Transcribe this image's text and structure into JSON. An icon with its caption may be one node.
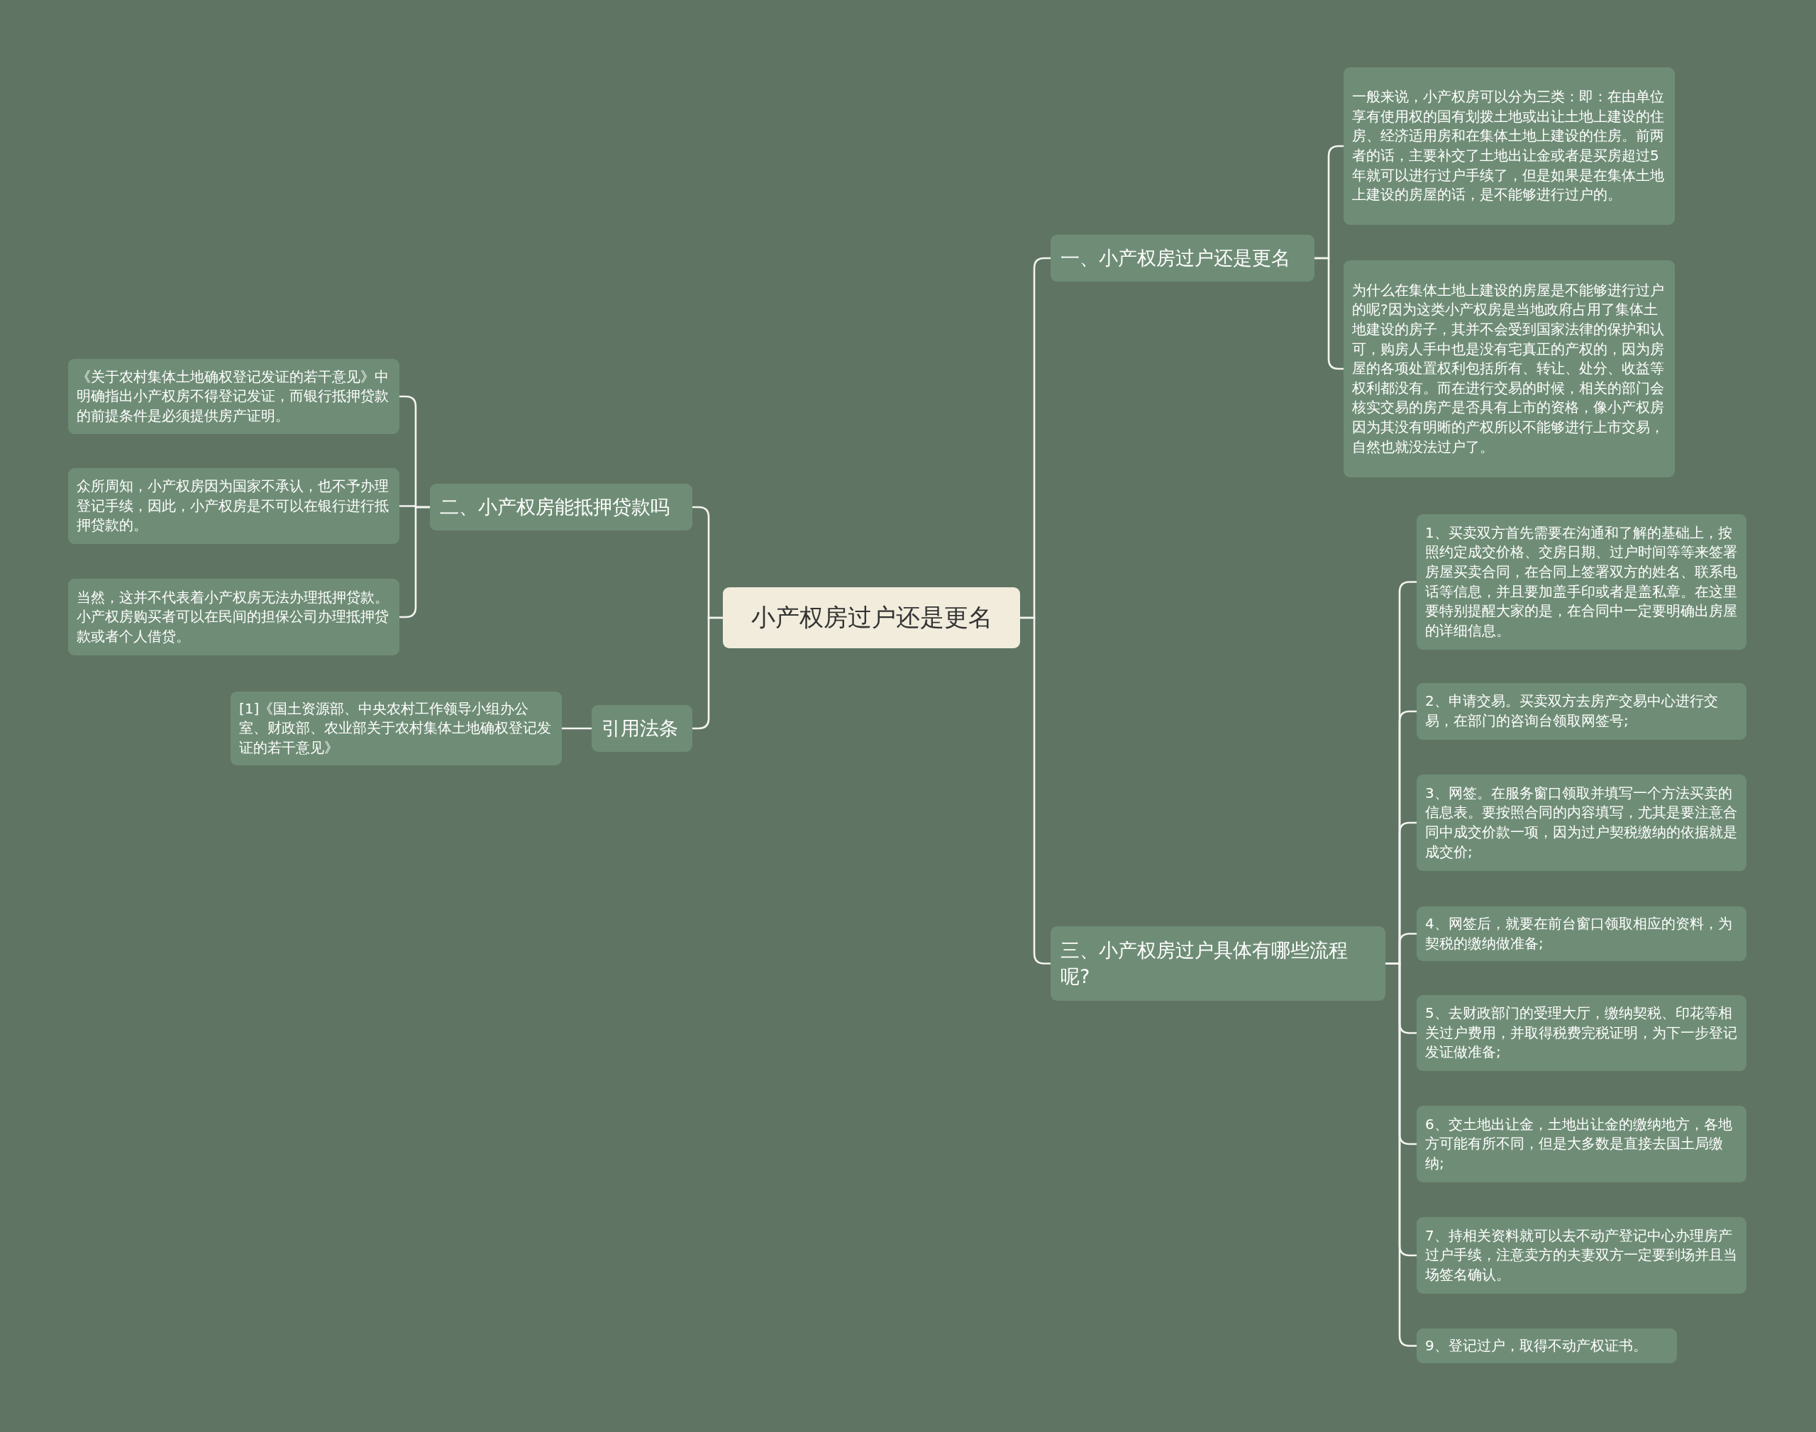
{
  "diagram": {
    "nodes": [
      {
        "text": [
          "小产权房过户还是更名"
        ]
      },
      {
        "text": [
          "一、小产权房过户还是更名"
        ]
      },
      {
        "text": [
          "一般来说，小产权房可以分为三类：即：在由单位享有使用权的国有划拨土地或出让土地上建设的住房、经济适用房和在集体土地上建设的住房。前两者的话，主要补交了土地出让金或者是买房超过5年就可以进行过户手续了，但是如果是在集体土地上建设的房屋的话，是不能够进行过户的。"
        ]
      },
      {
        "text": [
          "为什么在集体土地上建设的房屋是不能够进行过户的呢?因为这类小产权房是当地政府占用了集体土地建设的房子，其并不会受到国家法律的保护和认可，购房人手中也是没有宅真正的产权的，因为房屋的各项处置权利包括所有、转让、处分、收益等权利都没有。而在进行交易的时候，相关的部门会核实交易的房产是否具有上市的资格，像小产权房因为其没有明晰的产权所以不能够进行上市交易，自然也就没法过户了。"
        ]
      },
      {
        "text": [
          "三、小产权房过户具体有哪些流程呢?"
        ]
      },
      {
        "text": [
          "1、买卖双方首先需要在沟通和了解的基础上，按照约定成交价格、交房日期、过户时间等等来签署房屋买卖合同，在合同上签署双方的姓名、联系电话等信息，并且要加盖手印或者是盖私章。在这里要特别提醒大家的是，在合同中一定要明确出房屋的详细信息。"
        ]
      },
      {
        "text": [
          "2、申请交易。买卖双方去房产交易中心进行交易，在部门的咨询台领取网签号;"
        ]
      },
      {
        "text": [
          "3、网签。在服务窗口领取并填写一个方法买卖的信息表。要按照合同的内容填写，尤其是要注意合同中成交价款一项，因为过户契税缴纳的依据就是成交价;"
        ]
      },
      {
        "text": [
          "4、网签后，就要在前台窗口领取相应的资料，为契税的缴纳做准备;"
        ]
      },
      {
        "text": [
          "5、去财政部门的受理大厅，缴纳契税、印花等相关过户费用，并取得税费完税证明，为下一步登记发证做准备;"
        ]
      },
      {
        "text": [
          "6、交土地出让金，土地出让金的缴纳地方，各地方可能有所不同，但是大多数是直接去国土局缴纳;"
        ]
      },
      {
        "text": [
          "7、持相关资料就可以去不动产登记中心办理房产过户手续，注意卖方的夫妻双方一定要到场并且当场签名确认。"
        ]
      },
      {
        "text": [
          "9、登记过户，取得不动产权证书。"
        ]
      },
      {
        "text": [
          "二、小产权房能抵押贷款吗"
        ]
      },
      {
        "text": [
          "《关于农村集体土地确权登记发证的若干意见》中明确指出小产权房不得登记发证，而银行抵押贷款的前提条件是必须提供房产证明。"
        ]
      },
      {
        "text": [
          "众所周知，小产权房因为国家不承认，也不予办理登记手续，因此，小产权房是不可以在银行进行抵押贷款的。"
        ]
      },
      {
        "text": [
          "当然，这并不代表着小产权房无法办理抵押贷款。小产权房购买者可以在民间的担保公司办理抵押贷款或者个人借贷。"
        ]
      },
      {
        "text": [
          "引用法条"
        ]
      },
      {
        "text": [
          "[1]《国土资源部、中央农村工作领导小组办公室、财政部、农业部关于农村集体土地确权登记发证的若干意见》"
        ]
      }
    ],
    "edges": [
      {
        "from": 0,
        "to": 1,
        "arrow": "none"
      },
      {
        "from": 0,
        "to": 4,
        "arrow": "none"
      },
      {
        "from": 0,
        "to": 13,
        "arrow": "none"
      },
      {
        "from": 0,
        "to": 17,
        "arrow": "none"
      },
      {
        "from": 1,
        "to": 2,
        "arrow": "none"
      },
      {
        "from": 1,
        "to": 3,
        "arrow": "none"
      },
      {
        "from": 4,
        "to": 5,
        "arrow": "none"
      },
      {
        "from": 4,
        "to": 6,
        "arrow": "none"
      },
      {
        "from": 4,
        "to": 7,
        "arrow": "none"
      },
      {
        "from": 4,
        "to": 8,
        "arrow": "none"
      },
      {
        "from": 4,
        "to": 9,
        "arrow": "none"
      },
      {
        "from": 4,
        "to": 10,
        "arrow": "none"
      },
      {
        "from": 4,
        "to": 11,
        "arrow": "none"
      },
      {
        "from": 4,
        "to": 12,
        "arrow": "none"
      },
      {
        "from": 13,
        "to": 14,
        "arrow": "none"
      },
      {
        "from": 13,
        "to": 15,
        "arrow": "none"
      },
      {
        "from": 13,
        "to": 16,
        "arrow": "none"
      },
      {
        "from": 17,
        "to": 18,
        "arrow": "none"
      }
    ]
  }
}
